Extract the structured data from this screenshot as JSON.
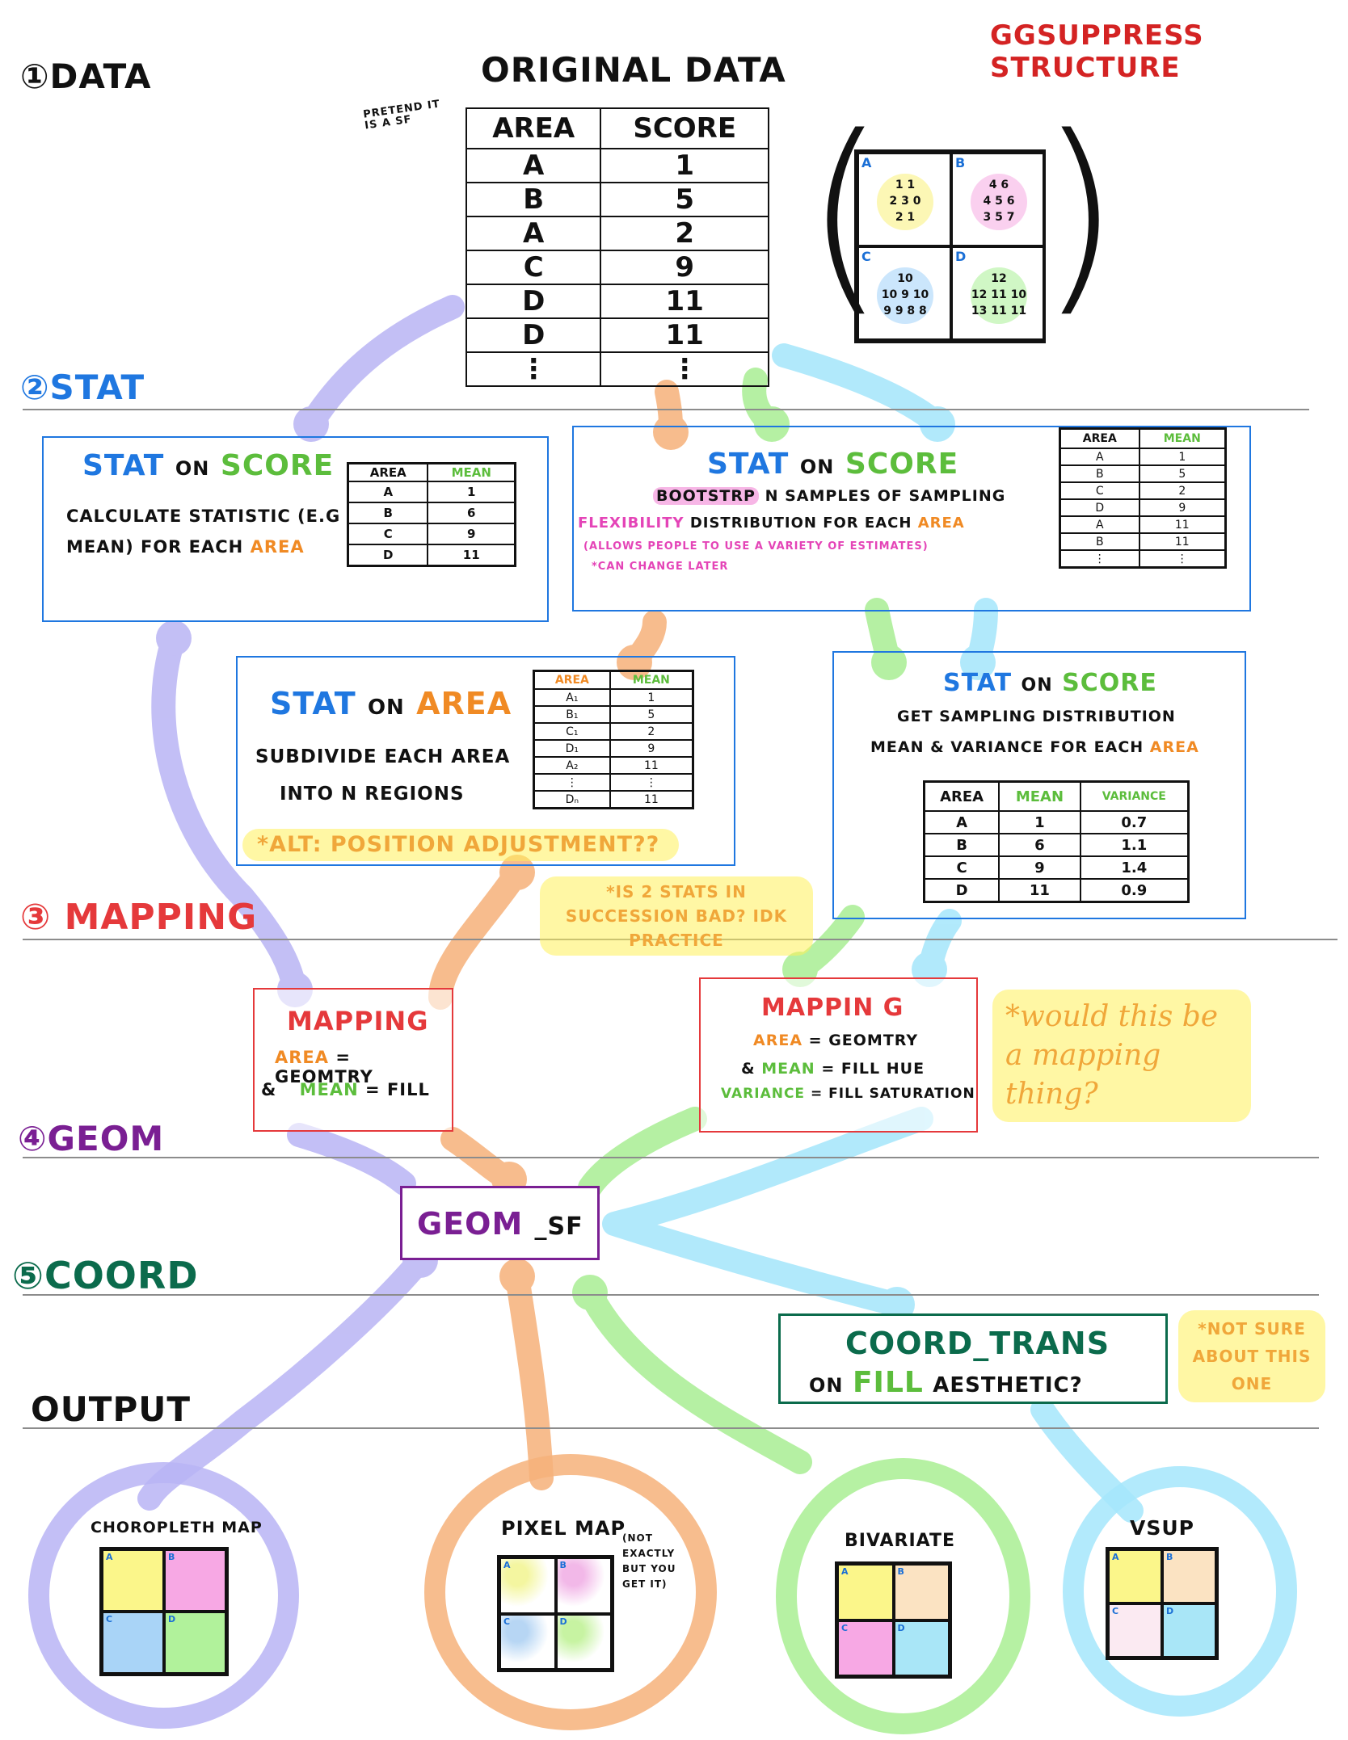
{
  "title": "GGSUPPRESS STRUCTURE",
  "sections": {
    "data": "①DATA",
    "stat": "②STAT",
    "mapping": "③ MAPPING",
    "geom": "④GEOM",
    "coord": "⑤COORD",
    "output": "OUTPUT"
  },
  "colors": {
    "purple_path": "#b9b4f4",
    "orange_path": "#f6b17a",
    "green_path": "#a9ee93",
    "cyan_path": "#a4e6fb",
    "title_red": "#d42323",
    "stat_blue": "#1f77e0",
    "geom_purple": "#7a1f93",
    "coord_green": "#0b6b4c"
  },
  "original_data": {
    "heading": "ORIGINAL DATA",
    "note": "PRETEND IT IS A SF",
    "headers": [
      "AREA",
      "SCORE"
    ],
    "rows": [
      [
        "A",
        "1"
      ],
      [
        "B",
        "5"
      ],
      [
        "A",
        "2"
      ],
      [
        "C",
        "9"
      ],
      [
        "D",
        "11"
      ],
      [
        "D",
        "11"
      ],
      [
        "⋮",
        "⋮"
      ]
    ]
  },
  "area_map": {
    "cells": [
      {
        "label": "A",
        "numbers": "1 1\n2 3 0\n2 1"
      },
      {
        "label": "B",
        "numbers": "4 6\n4 5 6\n3 5 7"
      },
      {
        "label": "C",
        "numbers": "10\n10 9 10\n9 9 8 8"
      },
      {
        "label": "D",
        "numbers": "12\n12 11 10\n13 11 11"
      }
    ]
  },
  "stat_boxes": {
    "box1": {
      "title_a": "STAT",
      "title_b": "ON",
      "title_c": "SCORE",
      "line1": "CALCULATE STATISTIC (E.G",
      "line2": "MEAN) FOR EACH",
      "line2_area": "AREA",
      "headers": [
        "AREA",
        "MEAN"
      ],
      "rows": [
        [
          "A",
          "1"
        ],
        [
          "B",
          "6"
        ],
        [
          "C",
          "9"
        ],
        [
          "D",
          "11"
        ]
      ]
    },
    "box2": {
      "title_a": "STAT",
      "title_b": "ON",
      "title_c": "SCORE",
      "line1_hl": "BOOTSTRP",
      "line1": "N SAMPLES OF SAMPLING",
      "line2_a": "FLEXIBILITY",
      "line2_b": "DISTRIBUTION FOR EACH",
      "line2_area": "AREA",
      "line3": "(ALLOWS PEOPLE TO USE A VARIETY OF ESTIMATES)",
      "line4": "*CAN CHANGE LATER",
      "headers": [
        "AREA",
        "MEAN"
      ],
      "rows": [
        [
          "A",
          "1"
        ],
        [
          "B",
          "5"
        ],
        [
          "C",
          "2"
        ],
        [
          "D",
          "9"
        ],
        [
          "A",
          "11"
        ],
        [
          "B",
          "11"
        ],
        [
          "⋮",
          "⋮"
        ]
      ]
    },
    "box3": {
      "title_a": "STAT",
      "title_b": "ON",
      "title_c": "AREA",
      "line1": "SUBDIVIDE EACH AREA",
      "line2": "INTO N REGIONS",
      "alt": "*ALT: POSITION ADJUSTMENT??",
      "headers": [
        "AREA",
        "MEAN"
      ],
      "rows": [
        [
          "A₁",
          "1"
        ],
        [
          "B₁",
          "5"
        ],
        [
          "C₁",
          "2"
        ],
        [
          "D₁",
          "9"
        ],
        [
          "A₂",
          "11"
        ],
        [
          "⋮",
          "⋮"
        ],
        [
          "Dₙ",
          "11"
        ]
      ]
    },
    "box4": {
      "title_a": "STAT",
      "title_b": "ON",
      "title_c": "SCORE",
      "line1": "GET SAMPLING DISTRIBUTION",
      "line2": "MEAN & VARIANCE FOR EACH",
      "line2_area": "AREA",
      "headers": [
        "AREA",
        "MEAN",
        "VARIANCE"
      ],
      "rows": [
        [
          "A",
          "1",
          "0.7"
        ],
        [
          "B",
          "6",
          "1.1"
        ],
        [
          "C",
          "9",
          "1.4"
        ],
        [
          "D",
          "11",
          "0.9"
        ]
      ]
    }
  },
  "notes": {
    "two_stats": "*IS 2 STATS IN SUCCESSION BAD? IDK PRACTICE",
    "mapping_thing": "*would this be a mapping thing?",
    "not_sure": "*NOT SURE ABOUT THIS ONE"
  },
  "mapping_boxes": {
    "box1": {
      "title": "MAPPING",
      "l1_a": "AREA",
      "l1_b": "= GEOMTRY",
      "l2_a": "&",
      "l2_b": "MEAN",
      "l2_c": "= FILL"
    },
    "box2": {
      "title": "MAPPIN G",
      "l1_a": "AREA",
      "l1_b": "= GEOMTRY",
      "l2_a": "&",
      "l2_b": "MEAN",
      "l2_c": "= FILL HUE",
      "l3_a": "VARIANCE",
      "l3_b": "= FILL SATURATION"
    }
  },
  "geom": {
    "a": "GEOM",
    "b": "_SF"
  },
  "coord": {
    "l1": "COORD_TRANS",
    "l2_a": "ON",
    "l2_b": "FILL",
    "l2_c": "AESTHETIC?"
  },
  "outputs": [
    {
      "label": "CHOROPLETH MAP",
      "colors": [
        "#fbf68a",
        "#f7a8e4",
        "#a9d4f7",
        "#b1f29b"
      ]
    },
    {
      "label": "PIXEL MAP",
      "note": "(NOT EXACTLY BUT YOU GET IT)",
      "colors": [
        "#f4f6a0",
        "#f2b8e8",
        "#b7d6f4",
        "#c7f3a2"
      ]
    },
    {
      "label": "BIVARIATE",
      "colors": [
        "#fbf68a",
        "#fbe3c2",
        "#f7a8e4",
        "#a9e6f7"
      ]
    },
    {
      "label": "VSUP",
      "colors": [
        "#fbf68a",
        "#fbe3c2",
        "#fbeaf2",
        "#a9e6f7"
      ]
    }
  ],
  "cell_labels": [
    "A",
    "B",
    "C",
    "D"
  ]
}
